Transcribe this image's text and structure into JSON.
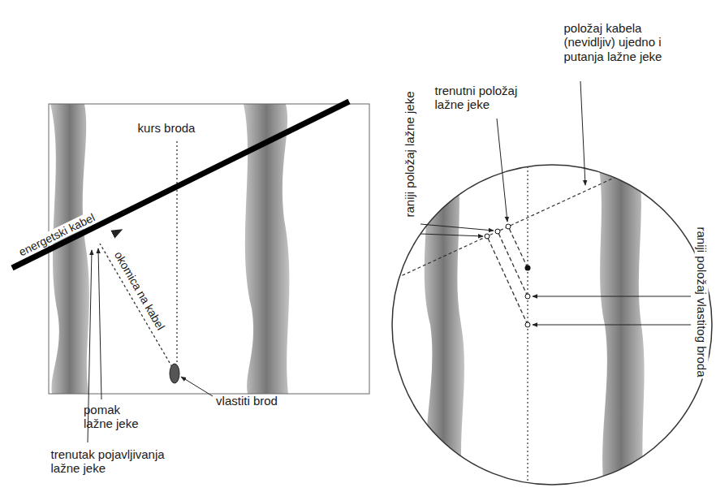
{
  "diagram": {
    "labels": [
      "energetski kabel",
      "kurs broda",
      "okomica na kabel",
      "pomak lažne jeke",
      "vlastiti brod",
      "trenutak pojavljivanja lažne jeke",
      "trenutni položaj lažne jeke",
      "položaj kabela (nevidljiv) ujedno i putanja lažne jeke",
      "raniji položaj lažne jeke",
      "raniji položaj vlastitog broda"
    ]
  }
}
